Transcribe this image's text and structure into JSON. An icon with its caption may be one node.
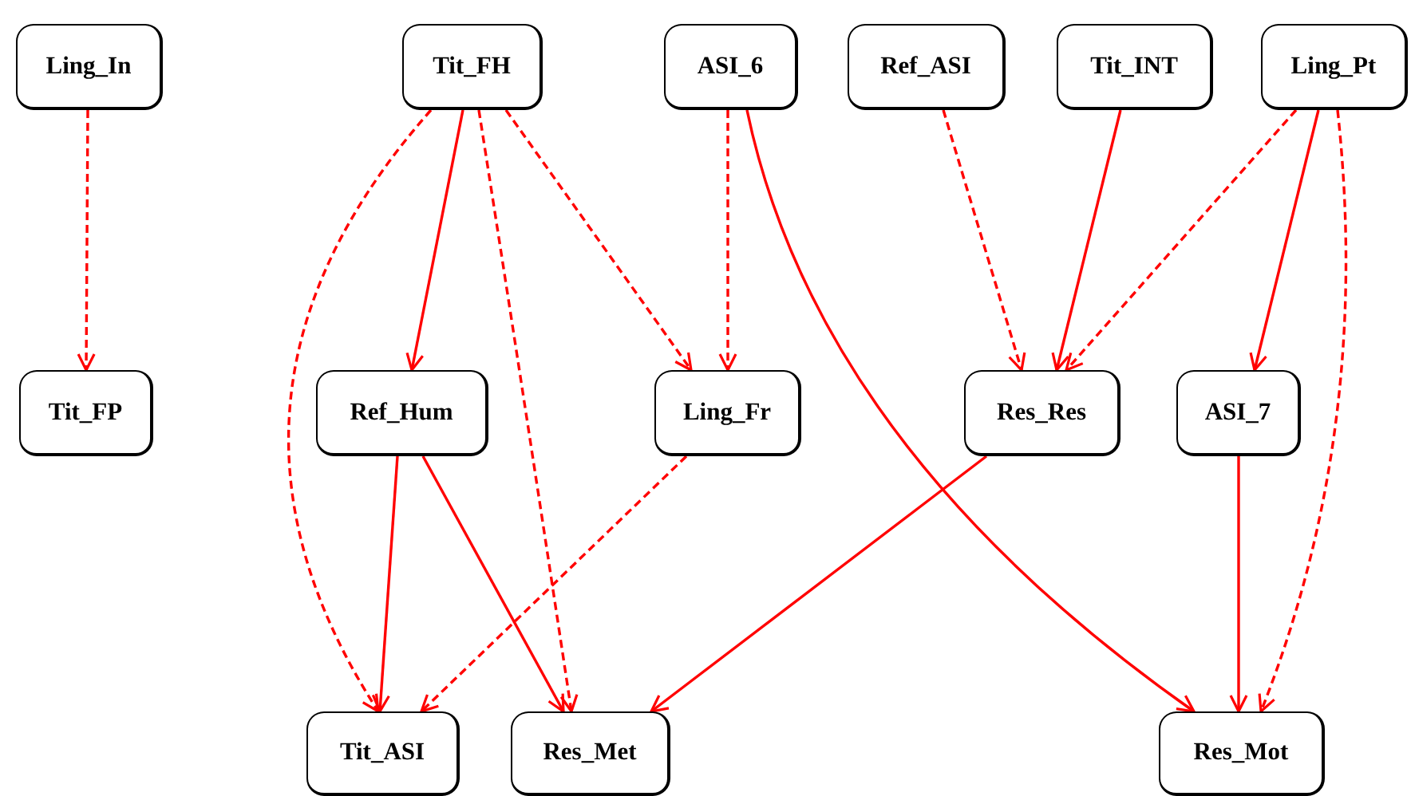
{
  "diagram": {
    "nodes": [
      {
        "text": [
          "Ling_In"
        ]
      },
      {
        "text": [
          "Tit_FH"
        ]
      },
      {
        "text": [
          "ASI_6"
        ]
      },
      {
        "text": [
          "Ref_ASI"
        ]
      },
      {
        "text": [
          "Tit_INT"
        ]
      },
      {
        "text": [
          "Ling_Pt"
        ]
      },
      {
        "text": [
          "Tit_FP"
        ]
      },
      {
        "text": [
          "Ref_Hum"
        ]
      },
      {
        "text": [
          "Ling_Fr"
        ]
      },
      {
        "text": [
          "Res_Res"
        ]
      },
      {
        "text": [
          "ASI_7"
        ]
      },
      {
        "text": [
          "Tit_ASI"
        ]
      },
      {
        "text": [
          "Res_Met"
        ]
      },
      {
        "text": [
          "Res_Mot"
        ]
      }
    ],
    "edges": [
      {
        "from": 0,
        "to": 6,
        "arrow": "to",
        "style": "dashed"
      },
      {
        "from": 1,
        "to": 7,
        "arrow": "to"
      },
      {
        "from": 1,
        "to": 8,
        "arrow": "to",
        "style": "dashed"
      },
      {
        "from": 1,
        "to": 11,
        "arrow": "to",
        "style": "dashed"
      },
      {
        "from": 1,
        "to": 12,
        "arrow": "to",
        "style": "dashed"
      },
      {
        "from": 2,
        "to": 8,
        "arrow": "to",
        "style": "dashed"
      },
      {
        "from": 2,
        "to": 13,
        "arrow": "to"
      },
      {
        "from": 3,
        "to": 9,
        "arrow": "to",
        "style": "dashed"
      },
      {
        "from": 4,
        "to": 9,
        "arrow": "to"
      },
      {
        "from": 5,
        "to": 9,
        "arrow": "to",
        "style": "dashed"
      },
      {
        "from": 5,
        "to": 10,
        "arrow": "to"
      },
      {
        "from": 5,
        "to": 13,
        "arrow": "to",
        "style": "dashed"
      },
      {
        "from": 7,
        "to": 11,
        "arrow": "to"
      },
      {
        "from": 7,
        "to": 12,
        "arrow": "to"
      },
      {
        "from": 8,
        "to": 11,
        "arrow": "to",
        "style": "dashed"
      },
      {
        "from": 9,
        "to": 12,
        "arrow": "to"
      },
      {
        "from": 10,
        "to": 13,
        "arrow": "to"
      }
    ]
  }
}
